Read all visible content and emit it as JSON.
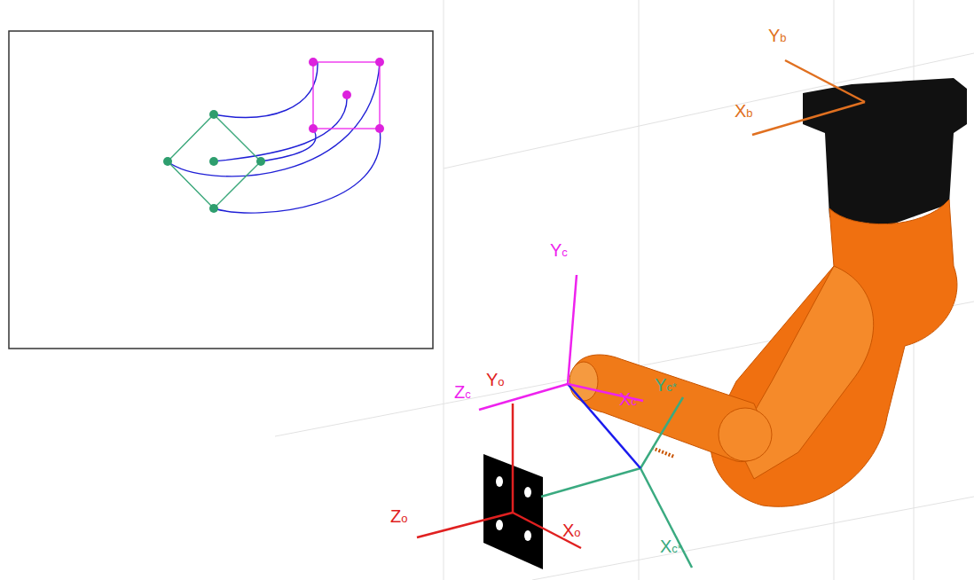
{
  "diagram": {
    "labels": [
      "Yb",
      "Xb",
      "Yc",
      "Zc",
      "Xc",
      "Yo",
      "Zo",
      "Xo",
      "Yc*",
      "Xc*"
    ]
  }
}
